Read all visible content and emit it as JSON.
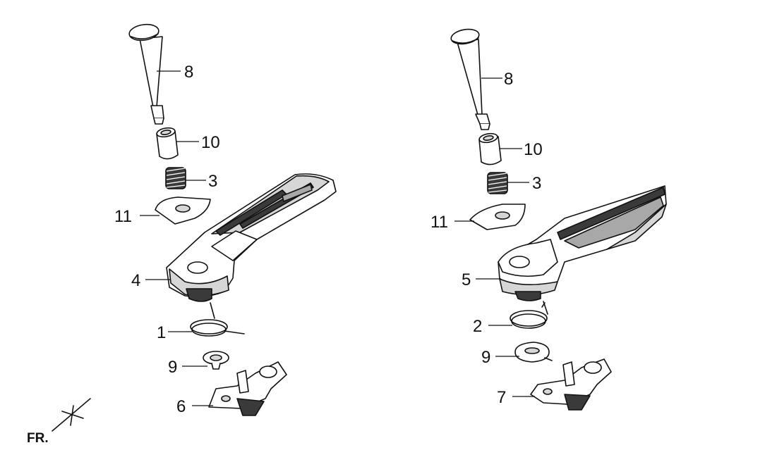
{
  "diagram": {
    "left_assembly": {
      "callouts": {
        "pin": "8",
        "collar": "10",
        "spring": "3",
        "plate": "11",
        "footrest": "4",
        "torsion_spring": "1",
        "washer": "9",
        "bracket": "6"
      }
    },
    "right_assembly": {
      "callouts": {
        "pin": "8",
        "collar": "10",
        "spring": "3",
        "plate": "11",
        "footrest": "5",
        "torsion_spring": "2",
        "washer": "9",
        "bracket": "7"
      }
    },
    "direction_label": "FR."
  }
}
